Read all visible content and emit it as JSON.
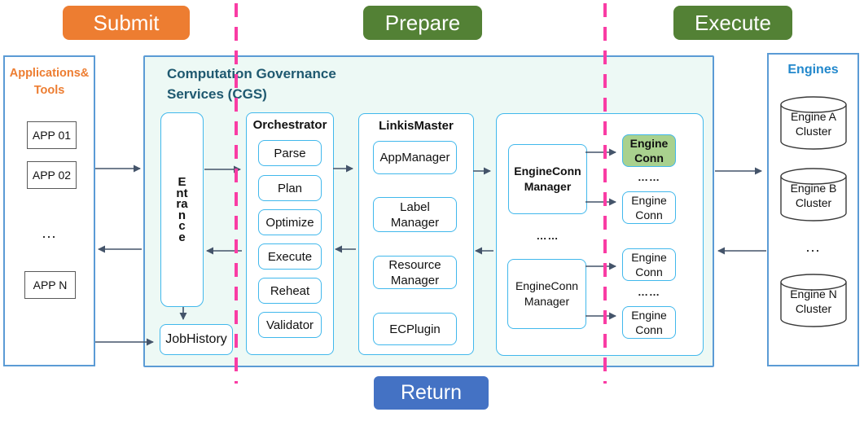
{
  "flow_labels": {
    "submit": "Submit",
    "prepare": "Prepare",
    "execute": "Execute",
    "return": "Return"
  },
  "apps_panel": {
    "title_line1": "Applications&",
    "title_line2": "Tools",
    "items": [
      "APP 01",
      "APP 02"
    ],
    "ellipsis": "...",
    "item_last": "APP N"
  },
  "cgs": {
    "title_line1": "Computation Governance",
    "title_line2": "Services (CGS)",
    "entrance_label": "Entrance",
    "job_history_label": "JobHistory",
    "orchestrator": {
      "title": "Orchestrator",
      "steps": [
        "Parse",
        "Plan",
        "Optimize",
        "Execute",
        "Reheat",
        "Validator"
      ]
    },
    "linkis_master": {
      "title": "LinkisMaster",
      "services": [
        "AppManager",
        "Label Manager",
        "Resource Manager",
        "ECPlugin"
      ]
    },
    "ecm": {
      "manager_top": "EngineConn Manager",
      "manager_bottom": "EngineConn Manager",
      "ellipsis_between_managers": "……",
      "engine_conns": [
        "Engine Conn",
        "Engine Conn",
        "Engine Conn",
        "Engine Conn"
      ],
      "ellipsis_conns_top": "……",
      "ellipsis_conns_bottom": "……"
    }
  },
  "engines_panel": {
    "title": "Engines",
    "clusters": [
      "Engine A Cluster",
      "Engine B Cluster"
    ],
    "ellipsis": "...",
    "cluster_last": "Engine N Cluster"
  },
  "colors": {
    "submit_orange": "#ED7D31",
    "stage_green": "#538135",
    "return_blue": "#4472C4",
    "divider_pink": "#F93CA4",
    "panel_border_blue": "#5B9BD5",
    "component_border_blue": "#41B8EC",
    "cgs_background": "#EDF9F5",
    "cgs_title_text": "#1F5970",
    "engines_title_text": "#2288CC",
    "apps_title_orange": "#ED7D31",
    "active_engine_conn_green": "#A9D18E",
    "arrow_slate": "#44546A"
  }
}
